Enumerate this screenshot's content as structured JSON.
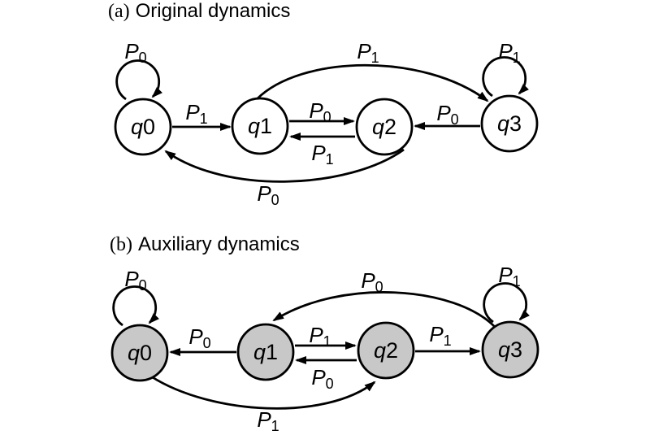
{
  "figure": {
    "background": "#ffffff",
    "line_color": "#000000",
    "panels": [
      {
        "panel_label": "(a)",
        "panel_title": "Original dynamics",
        "node_fill": "#ffffff",
        "nodes": [
          {
            "base": "q",
            "digit": "0"
          },
          {
            "base": "q",
            "digit": "1"
          },
          {
            "base": "q",
            "digit": "2"
          },
          {
            "base": "q",
            "digit": "3"
          }
        ],
        "edges": [
          {
            "from": "q0",
            "to": "q0",
            "kind": "self-loop",
            "symbol": "P",
            "sub": "0"
          },
          {
            "from": "q0",
            "to": "q1",
            "kind": "straight",
            "symbol": "P",
            "sub": "1"
          },
          {
            "from": "q1",
            "to": "q2",
            "kind": "straight",
            "symbol": "P",
            "sub": "0"
          },
          {
            "from": "q2",
            "to": "q1",
            "kind": "straight",
            "symbol": "P",
            "sub": "1"
          },
          {
            "from": "q3",
            "to": "q2",
            "kind": "straight",
            "symbol": "P",
            "sub": "0"
          },
          {
            "from": "q1",
            "to": "q3",
            "kind": "arc-top",
            "symbol": "P",
            "sub": "1"
          },
          {
            "from": "q3",
            "to": "q3",
            "kind": "self-loop",
            "symbol": "P",
            "sub": "1"
          },
          {
            "from": "q2",
            "to": "q0",
            "kind": "arc-bottom",
            "symbol": "P",
            "sub": "0"
          }
        ]
      },
      {
        "panel_label": "(b)",
        "panel_title": "Auxiliary dynamics",
        "node_fill": "#c8c8c8",
        "nodes": [
          {
            "base": "q",
            "digit": "0"
          },
          {
            "base": "q",
            "digit": "1"
          },
          {
            "base": "q",
            "digit": "2"
          },
          {
            "base": "q",
            "digit": "3"
          }
        ],
        "edges": [
          {
            "from": "q0",
            "to": "q0",
            "kind": "self-loop",
            "symbol": "P",
            "sub": "0"
          },
          {
            "from": "q1",
            "to": "q0",
            "kind": "straight",
            "symbol": "P",
            "sub": "0"
          },
          {
            "from": "q1",
            "to": "q2",
            "kind": "straight",
            "symbol": "P",
            "sub": "1"
          },
          {
            "from": "q2",
            "to": "q1",
            "kind": "straight",
            "symbol": "P",
            "sub": "0"
          },
          {
            "from": "q2",
            "to": "q3",
            "kind": "straight",
            "symbol": "P",
            "sub": "1"
          },
          {
            "from": "q3",
            "to": "q1",
            "kind": "arc-top",
            "symbol": "P",
            "sub": "0"
          },
          {
            "from": "q3",
            "to": "q3",
            "kind": "self-loop",
            "symbol": "P",
            "sub": "1"
          },
          {
            "from": "q0",
            "to": "q2",
            "kind": "arc-bottom",
            "symbol": "P",
            "sub": "1"
          }
        ]
      }
    ]
  }
}
